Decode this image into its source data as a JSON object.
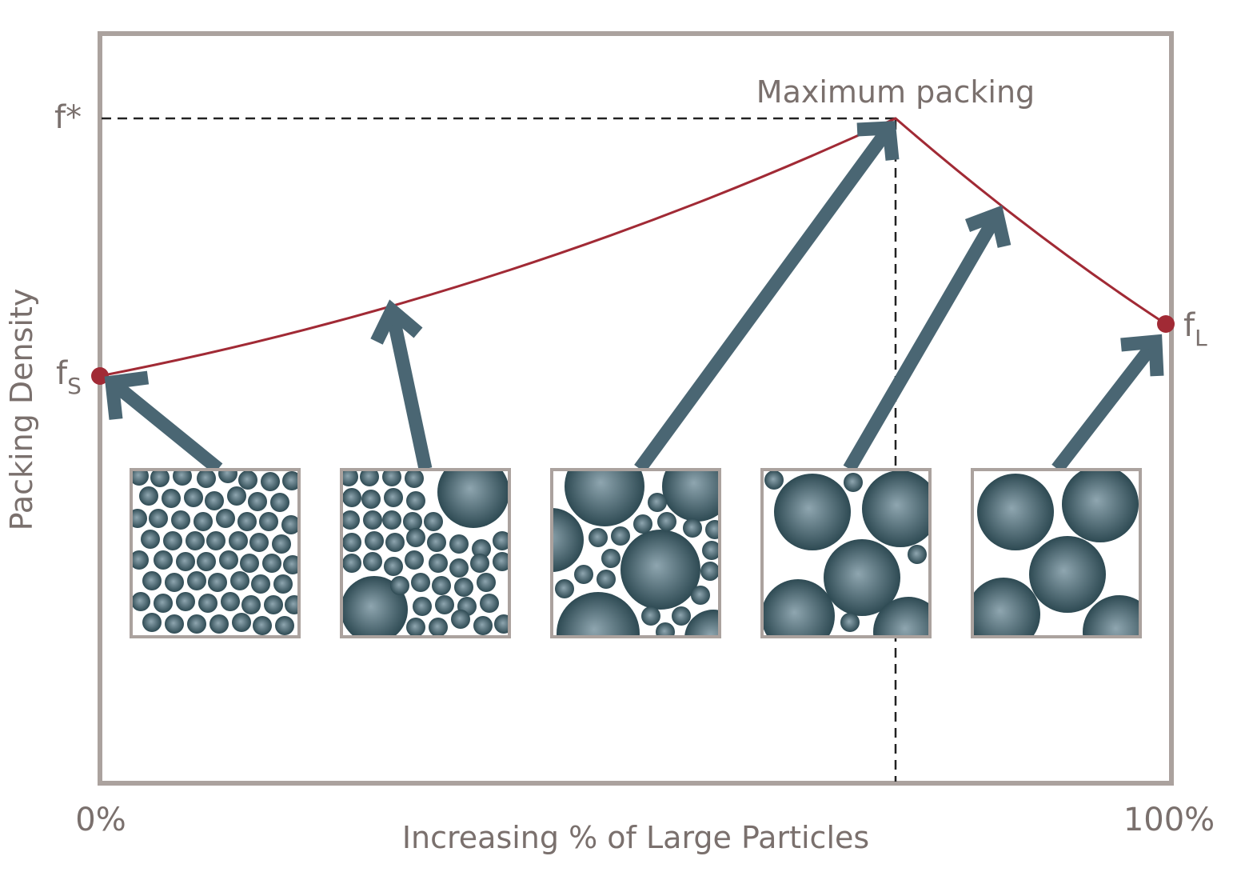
{
  "labels": {
    "y_axis": "Packing Density",
    "x_axis": "Increasing % of Large Particles",
    "x_min": "0%",
    "x_max": "100%",
    "peak": "Maximum packing",
    "f_star": "f*",
    "fs_base": "f",
    "fs_sub": "S",
    "fl_base": "f",
    "fl_sub": "L"
  },
  "colors": {
    "frame": "#aba29e",
    "curve": "#a12a35",
    "arrow": "#4a6673",
    "particle_dark": "#2e4a53",
    "particle_light": "#8fa6b0",
    "text": "#7a706d"
  },
  "panels": [
    {
      "name": "small-particles-only"
    },
    {
      "name": "few-large-particles"
    },
    {
      "name": "balanced-mix"
    },
    {
      "name": "mostly-large-particles"
    },
    {
      "name": "large-particles-only"
    }
  ]
}
